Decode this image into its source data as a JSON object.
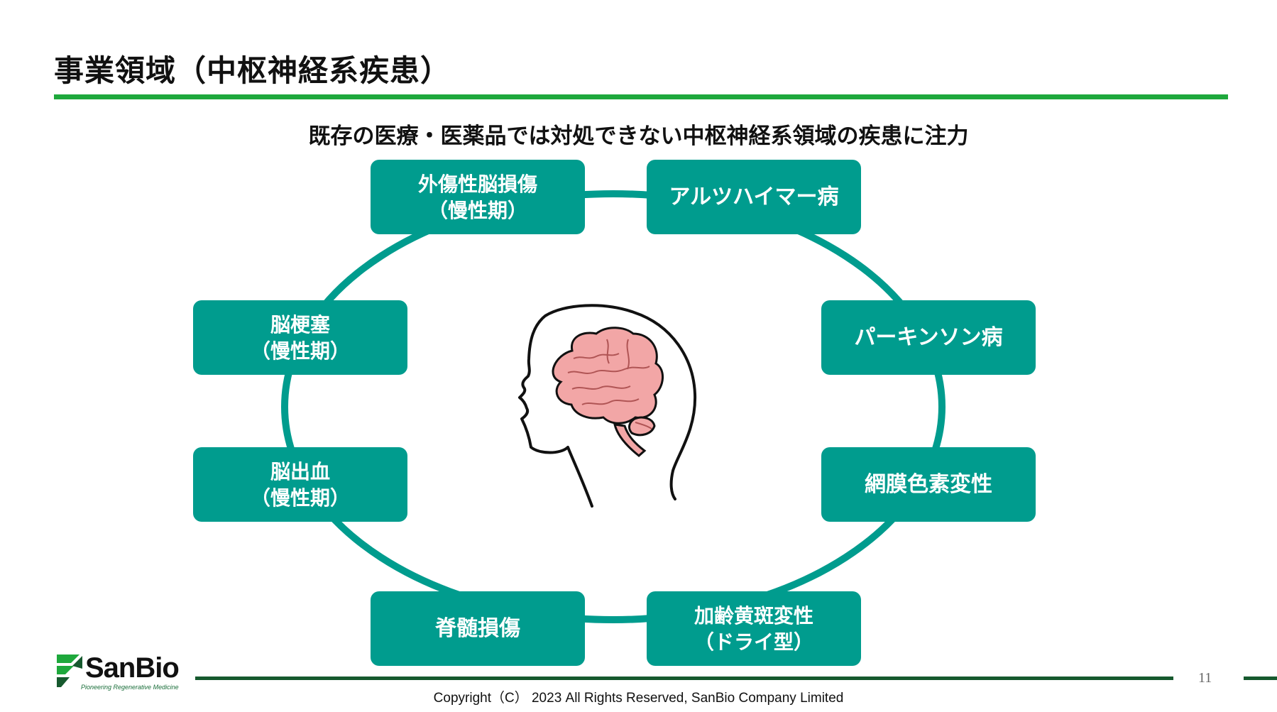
{
  "slide": {
    "title": "事業領域（中枢神経系疾患）",
    "subtitle": "既存の医療・医薬品では対処できない中枢神経系領域の疾患に注力",
    "page_number": "11",
    "copyright": "Copyright（C） 2023 All Rights Reserved, SanBio Company Limited"
  },
  "diseases": [
    {
      "line1": "外傷性脳損傷",
      "line2": "（慢性期）"
    },
    {
      "line1": "アルツハイマー病",
      "line2": ""
    },
    {
      "line1": "脳梗塞",
      "line2": "（慢性期）"
    },
    {
      "line1": "パーキンソン病",
      "line2": ""
    },
    {
      "line1": "脳出血",
      "line2": "（慢性期）"
    },
    {
      "line1": "網膜色素変性",
      "line2": ""
    },
    {
      "line1": "脊髄損傷",
      "line2": ""
    },
    {
      "line1": "加齢黄斑変性",
      "line2": "（ドライ型）"
    }
  ],
  "logo": {
    "name": "SanBio",
    "tagline": "Pioneering Regenerative Medicine"
  },
  "colors": {
    "teal": "#009c8e",
    "title_rule": "#1ea83c",
    "footer_green": "#16592e",
    "brain_fill": "#f2a6a6"
  },
  "icons": [
    "human-head-profile-icon",
    "brain-icon",
    "sanbio-logo-mark"
  ]
}
